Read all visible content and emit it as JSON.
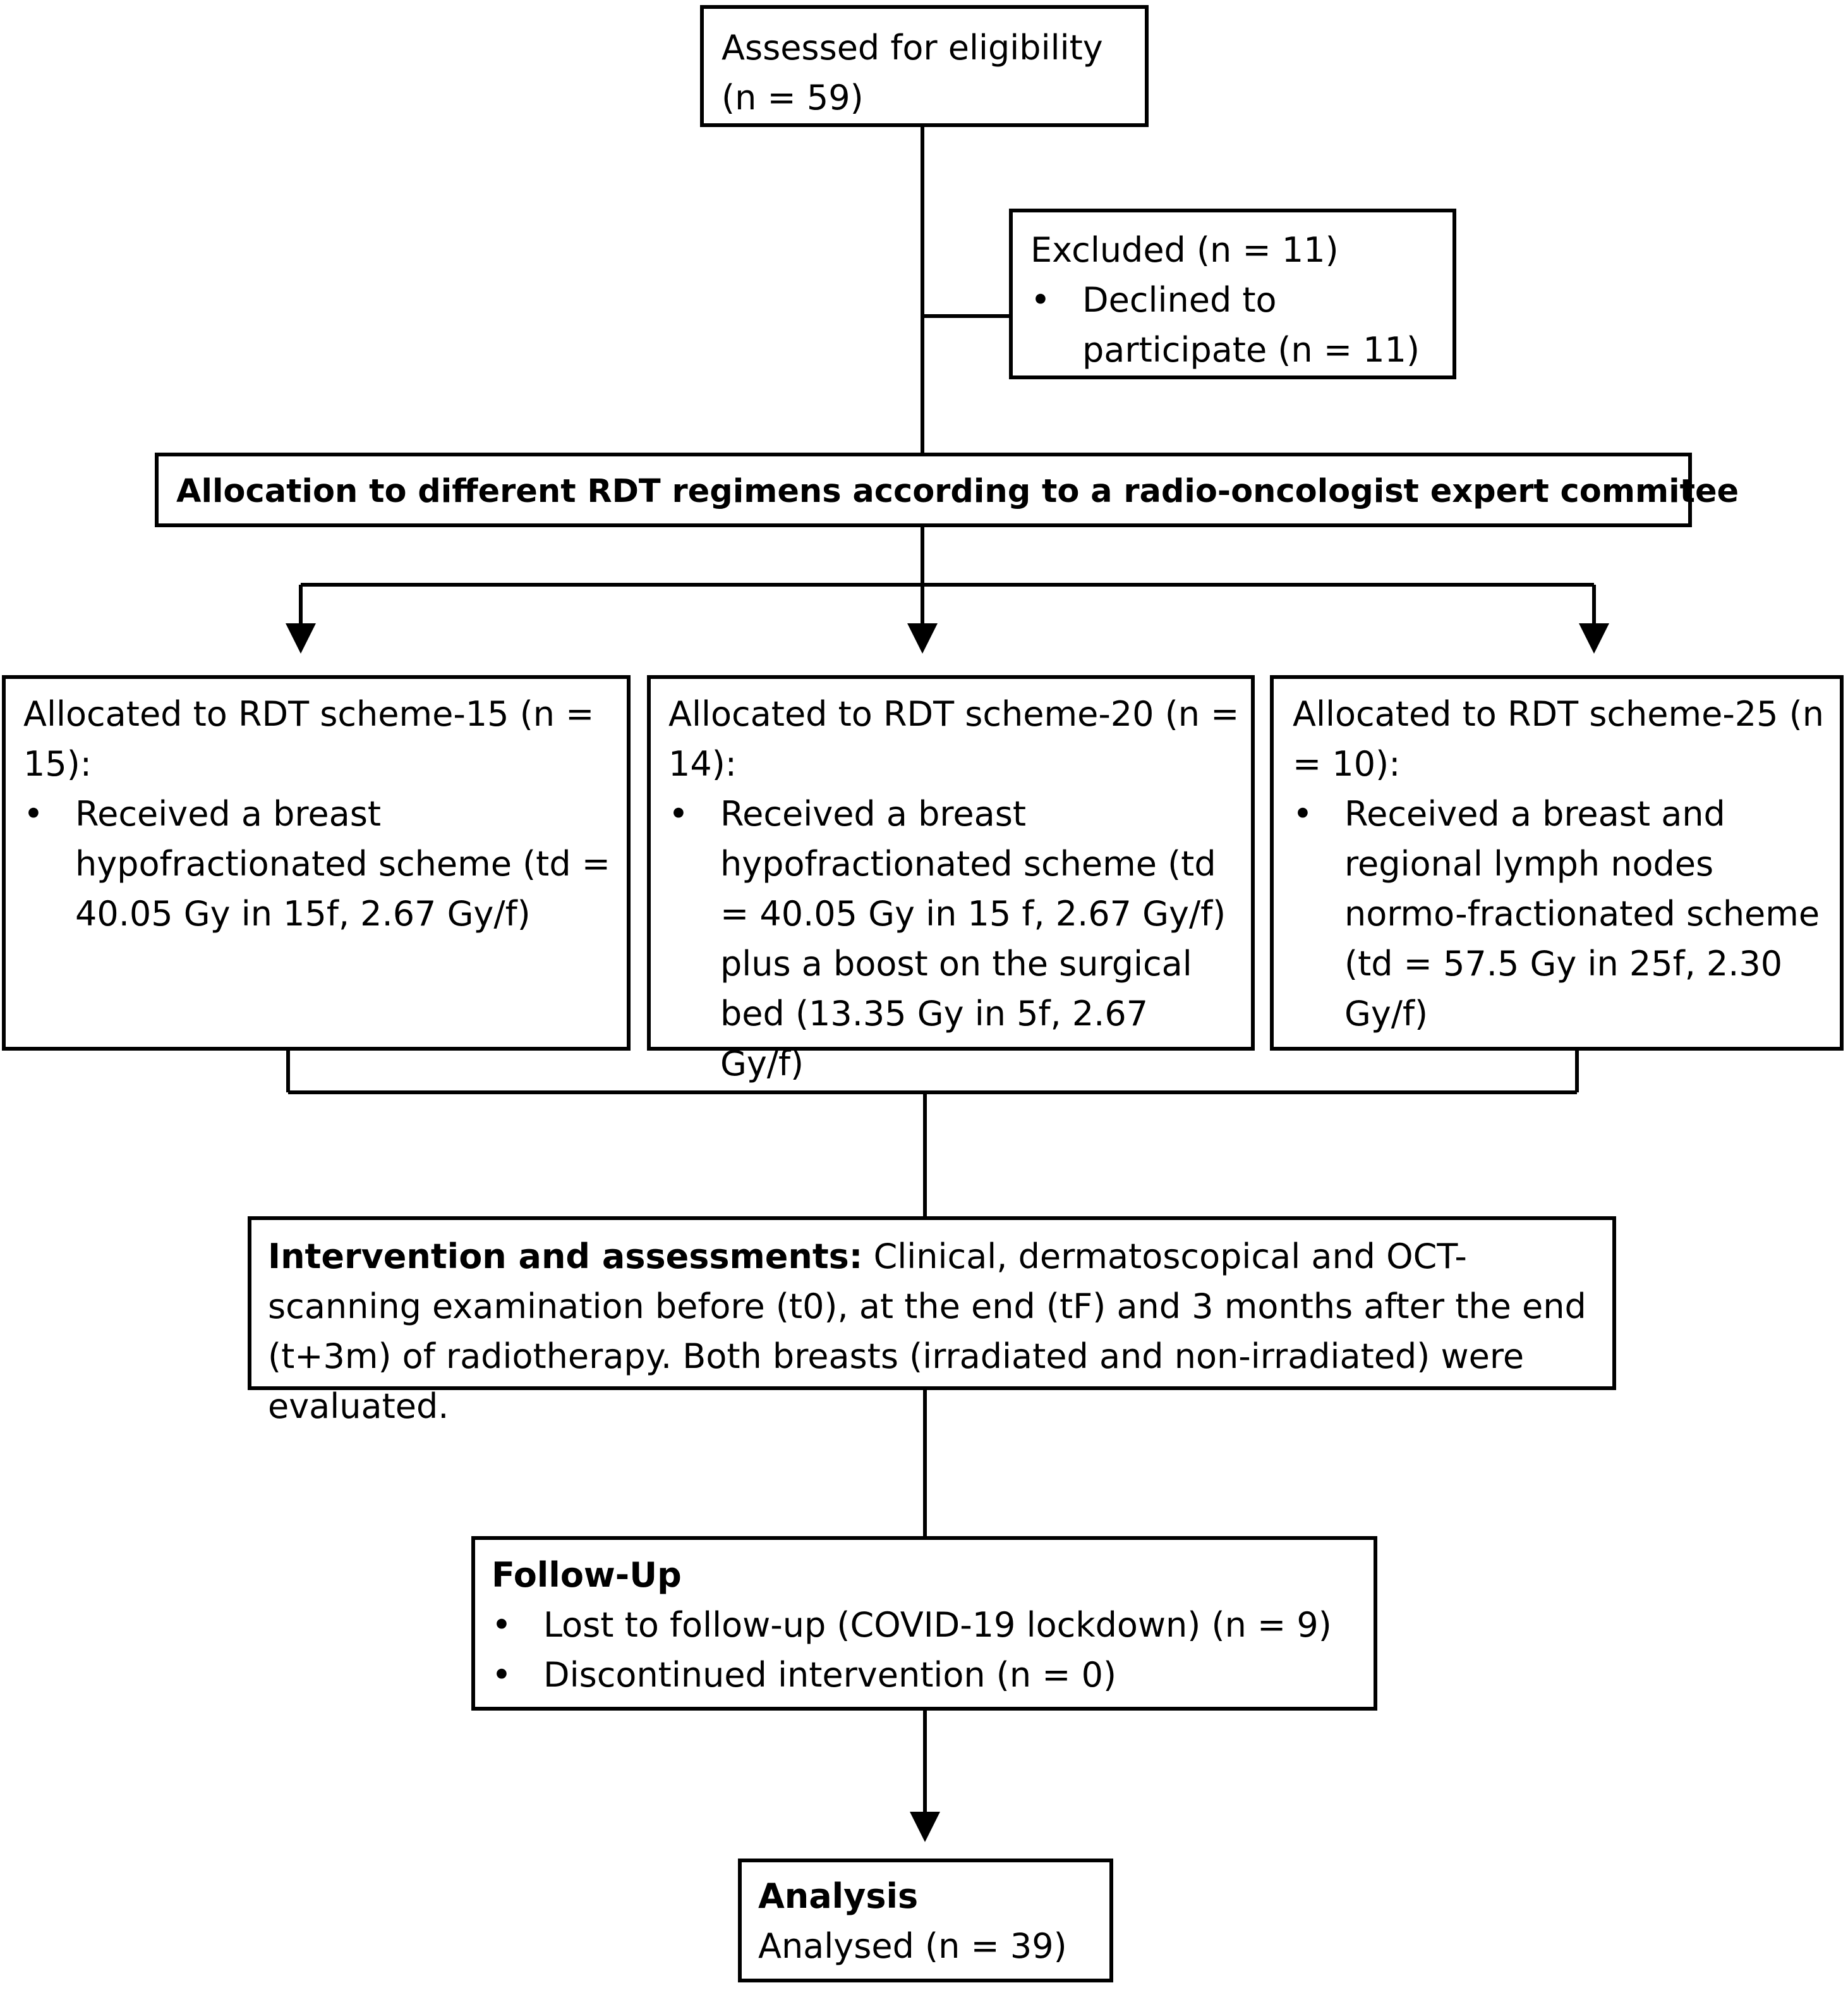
{
  "eligibility": {
    "line1": "Assessed for eligibility",
    "line2": "(n = 59)"
  },
  "excluded": {
    "title": "Excluded (n = 11)",
    "items": [
      "Declined to participate (n = 11)"
    ]
  },
  "allocation": {
    "text": "Allocation to different RDT regimens according to a radio-oncologist expert commitee"
  },
  "schemes": [
    {
      "title": "Allocated to RDT scheme-15 (n = 15):",
      "item": "Received a breast hypofractionated scheme (td = 40.05 Gy in 15f, 2.67 Gy/f)"
    },
    {
      "title": "Allocated to RDT scheme-20 (n = 14):",
      "item": "Received a breast hypofractionated scheme (td = 40.05 Gy in 15 f, 2.67 Gy/f) plus a boost on the surgical bed (13.35 Gy in 5f, 2.67 Gy/f)"
    },
    {
      "title": "Allocated to RDT scheme-25 (n = 10):",
      "item": "Received a breast and regional lymph nodes normo-fractionated scheme (td = 57.5 Gy in 25f, 2.30 Gy/f)"
    }
  ],
  "intervention": {
    "label": "Intervention and assessments:",
    "text": "Clinical, dermatoscopical and OCT-scanning examination before (t0), at the end (tF) and 3 months after the end (t+3m) of radiotherapy. Both breasts (irradiated and non-irradiated) were evaluated."
  },
  "followup": {
    "title": "Follow-Up",
    "items": [
      "Lost to follow-up (COVID-19 lockdown) (n = 9)",
      "Discontinued intervention (n = 0)"
    ]
  },
  "analysis": {
    "title": "Analysis",
    "text": "Analysed (n = 39)"
  }
}
